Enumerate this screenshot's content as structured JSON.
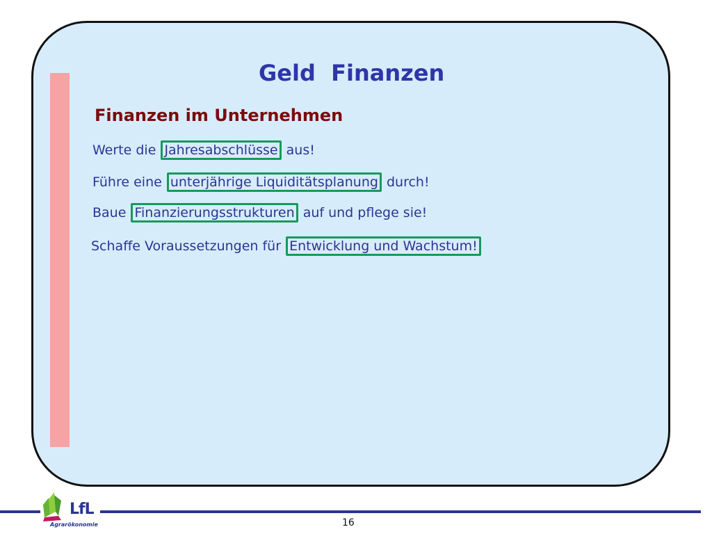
{
  "slide": {
    "title": "Geld  Finanzen",
    "subtitle": "Finanzen im Unternehmen",
    "lines": [
      {
        "pre": "Werte die",
        "highlight": "Jahresabschlüsse",
        "post": "aus!"
      },
      {
        "pre": "Führe eine",
        "highlight": "unterjährige Liquiditätsplanung",
        "post": "durch!"
      },
      {
        "pre": "Baue",
        "highlight": "Finanzierungsstrukturen",
        "post": "auf und pflege sie!"
      },
      {
        "pre": "Schaffe Voraussetzungen für",
        "highlight": "Entwicklung und Wachstum!",
        "post": ""
      }
    ]
  },
  "footer": {
    "logo_text": "LfL",
    "logo_subtitle": "Agrarökonomie",
    "page_number": "16"
  },
  "colors": {
    "panel": "#d7ecfb",
    "title": "#2e36a8",
    "subtitle": "#7a0c0c",
    "text": "#2b3592",
    "highlight_border": "#159a5c",
    "side_bar": "#f5a3a3"
  }
}
